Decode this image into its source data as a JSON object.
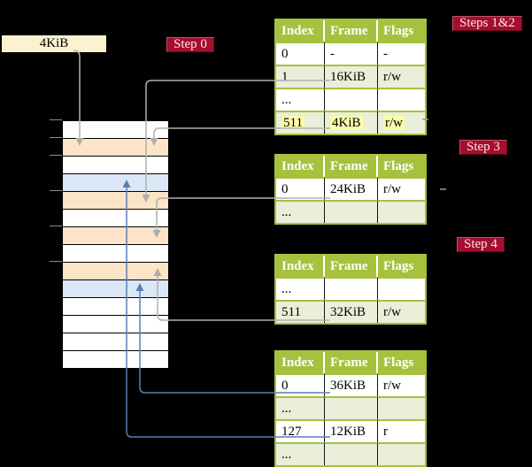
{
  "title_box": {
    "label": "4KiB"
  },
  "labels": {
    "step0": "Step 0",
    "steps12": "Steps 1&2",
    "step3": "Step 3",
    "step4": "Step 4"
  },
  "colors": {
    "background": "#000000",
    "table_header_green": "#a6c13e",
    "row_light_green": "#e9efd8",
    "row_white": "#ffffff",
    "memory_row_orange": "#fce4c8",
    "memory_row_blue": "#dbe7f6",
    "highlight_yellow": "#fbfbaa",
    "label_crimson": "#a50e2e",
    "pointer_box_cream": "#fdf2cf",
    "arrow_gray": "#b0b0b0",
    "arrow_blue": "#5b7fb5"
  },
  "page_tables": [
    {
      "name": "page-table-steps-1-2",
      "columns": [
        "Index",
        "Frame",
        "Flags"
      ],
      "rows": [
        {
          "cells": [
            "0",
            "-",
            "-"
          ],
          "shaded": false,
          "highlighted": false
        },
        {
          "cells": [
            "1",
            "16KiB",
            "r/w"
          ],
          "shaded": true,
          "highlighted": false
        },
        {
          "cells": [
            "...",
            "",
            ""
          ],
          "shaded": false,
          "highlighted": false
        },
        {
          "cells": [
            "511",
            "4KiB",
            "r/w"
          ],
          "shaded": true,
          "highlighted": true
        }
      ]
    },
    {
      "name": "page-table-step-3",
      "columns": [
        "Index",
        "Frame",
        "Flags"
      ],
      "rows": [
        {
          "cells": [
            "0",
            "24KiB",
            "r/w"
          ],
          "shaded": false,
          "highlighted": false
        },
        {
          "cells": [
            "...",
            "",
            ""
          ],
          "shaded": true,
          "highlighted": false
        }
      ]
    },
    {
      "name": "page-table-step-4",
      "columns": [
        "Index",
        "Frame",
        "Flags"
      ],
      "rows": [
        {
          "cells": [
            "...",
            "",
            ""
          ],
          "shaded": false,
          "highlighted": false
        },
        {
          "cells": [
            "511",
            "32KiB",
            "r/w"
          ],
          "shaded": true,
          "highlighted": false
        }
      ]
    },
    {
      "name": "page-table-final",
      "columns": [
        "Index",
        "Frame",
        "Flags"
      ],
      "rows": [
        {
          "cells": [
            "0",
            "36KiB",
            "r/w"
          ],
          "shaded": false,
          "highlighted": false
        },
        {
          "cells": [
            "...",
            "",
            ""
          ],
          "shaded": true,
          "highlighted": false
        },
        {
          "cells": [
            "127",
            "12KiB",
            "r"
          ],
          "shaded": false,
          "highlighted": false
        },
        {
          "cells": [
            "...",
            "",
            ""
          ],
          "shaded": true,
          "highlighted": false
        }
      ]
    }
  ],
  "memory_stack": {
    "rows": [
      "white",
      "orange",
      "white",
      "blue",
      "orange",
      "white",
      "orange",
      "white",
      "orange",
      "blue",
      "white",
      "white",
      "white",
      "white"
    ]
  }
}
